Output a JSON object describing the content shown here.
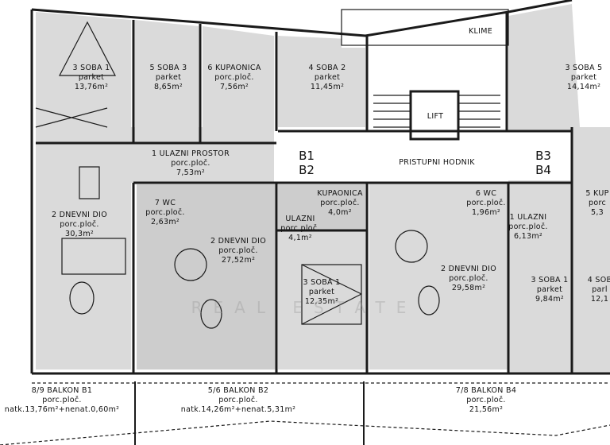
{
  "plan": {
    "rooms": [
      {
        "id": "soba-1-b1",
        "name": "3 SOBA 1",
        "floor": "parket",
        "area": "13,76m²"
      },
      {
        "id": "soba-3-b1",
        "name": "5 SOBA 3",
        "floor": "parket",
        "area": "8,65m²"
      },
      {
        "id": "kupaonica-b1",
        "name": "6 KUPAONICA",
        "floor": "porc.ploč.",
        "area": "7,56m²"
      },
      {
        "id": "soba-2-b1",
        "name": "4 SOBA 2",
        "floor": "parket",
        "area": "11,45m²"
      },
      {
        "id": "soba-5-b3",
        "name": "3 SOBA 5",
        "floor": "parket",
        "area": "14,14m²"
      },
      {
        "id": "ulazni-prostor-b1",
        "name": "1 ULAZNI PROSTOR",
        "floor": "porc.ploč.",
        "area": "7,53m²"
      },
      {
        "id": "dnevni-dio-b1",
        "name": "2 DNEVNI DIO",
        "floor": "porc.ploč.",
        "area": "30,3m²"
      },
      {
        "id": "wc-b2",
        "name": "7 WC",
        "floor": "porc.ploč.",
        "area": "2,63m²"
      },
      {
        "id": "kupaonica-b2",
        "name": "KUPAONICA",
        "floor": "porc.ploč.",
        "area": "4,0m²"
      },
      {
        "id": "wc-b4",
        "name": "6 WC",
        "floor": "porc.ploč.",
        "area": "1,96m²"
      },
      {
        "id": "kupaonica-b4",
        "name": "5 KUP",
        "floor": "porc",
        "area": "5,3"
      },
      {
        "id": "ulazni-b2",
        "name": "ULAZNI",
        "floor": "porc.ploč.",
        "area": "4,1m²"
      },
      {
        "id": "ulazni-b4",
        "name": "1 ULAZNI",
        "floor": "porc.ploč.",
        "area": "6,13m²"
      },
      {
        "id": "dnevni-dio-b2",
        "name": "2 DNEVNI DIO",
        "floor": "porc.ploč.",
        "area": "27,52m²"
      },
      {
        "id": "dnevni-dio-b4",
        "name": "2 DNEVNI DIO",
        "floor": "porc.ploč.",
        "area": "29,58m²"
      },
      {
        "id": "soba-1-b2",
        "name": "3 SOBA 1",
        "floor": "parket",
        "area": "12,35m²"
      },
      {
        "id": "soba-1-b4",
        "name": "3 SOBA 1",
        "floor": "parket",
        "area": "9,84m²"
      },
      {
        "id": "soba-b4",
        "name": "4 SOB",
        "floor": "parl",
        "area": "12,1"
      },
      {
        "id": "balkon-b1",
        "name": "8/9 BALKON B1",
        "floor": "porc.ploč.",
        "area": "natk.13,76m²+nenat.0,60m²"
      },
      {
        "id": "balkon-b2",
        "name": "5/6 BALKON B2",
        "floor": "porc.ploč.",
        "area": "natk.14,26m²+nenat.5,31m²"
      },
      {
        "id": "balkon-b4",
        "name": "7/8 BALKON B4",
        "floor": "porc.ploč.",
        "area": "21,56m²"
      }
    ],
    "common": {
      "klime": "KLIME",
      "lift": "LIFT",
      "hallway": "PRISTUPNI HODNIK"
    },
    "units": {
      "b1": "B1",
      "b2": "B2",
      "b3": "B3",
      "b4": "B4"
    },
    "watermark": "REAL ESTATE",
    "colors": {
      "room_fill": "#dadada",
      "unit_b2_fill": "#cdcdcd",
      "wall": "#1a1a1a"
    }
  }
}
